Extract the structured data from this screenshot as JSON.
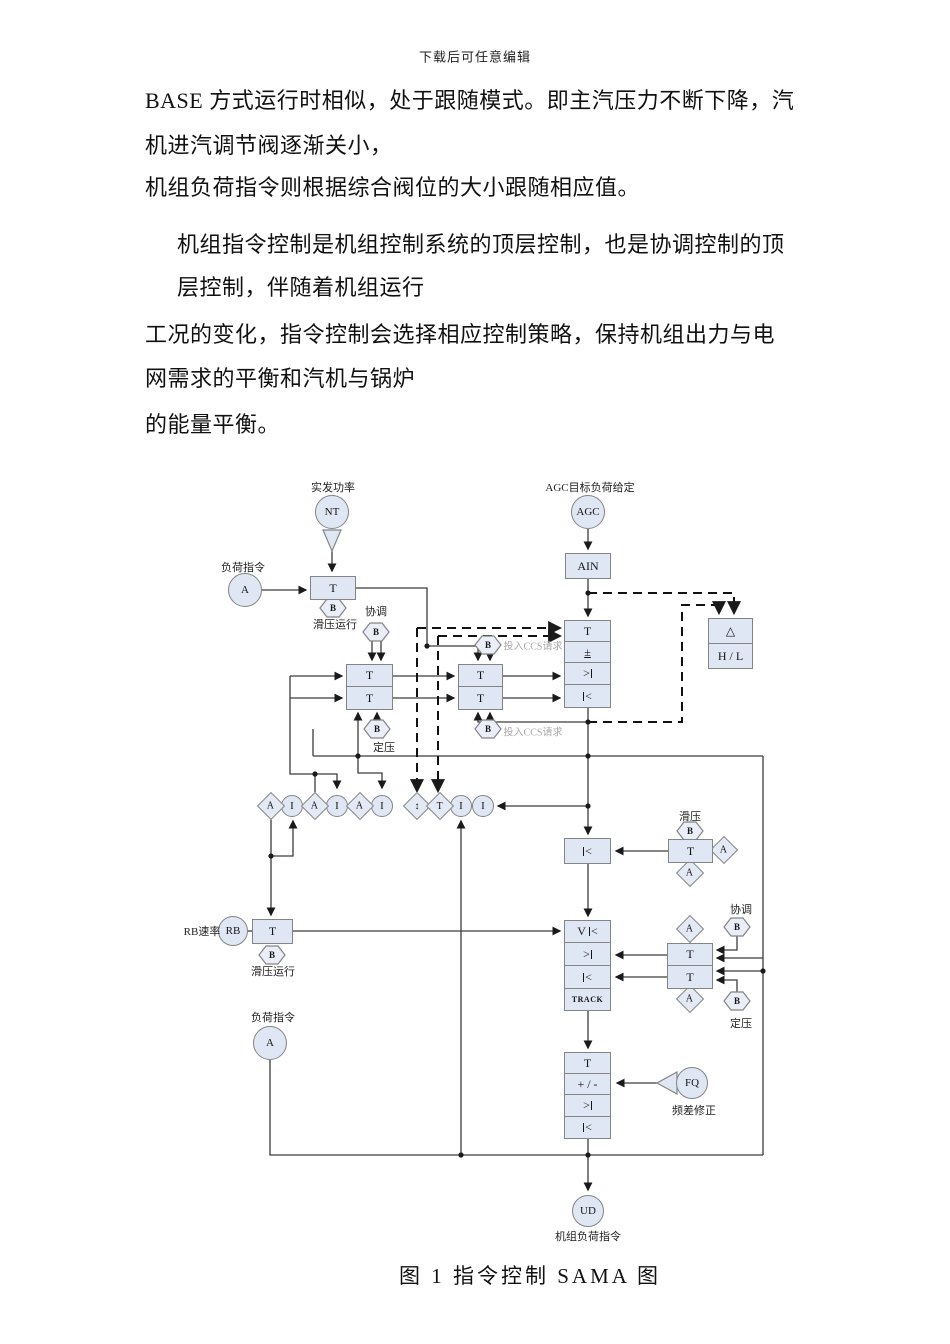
{
  "watermark": "下载后可任意编辑",
  "body_lines": [
    "BASE 方式运行时相似，处于跟随模式。即主汽压力不断下降，汽",
    "机进汽调节阀逐渐关小，",
    "机组负荷指令则根据综合阀位的大小跟随相应值。",
    "机组指令控制是机组控制系统的顶层控制，也是协调控制的顶",
    "层控制，伴随着机组运行",
    "工况的变化，指令控制会选择相应控制策略，保持机组出力与电",
    "网需求的平衡和汽机与锅炉",
    "的能量平衡。"
  ],
  "caption": "图 1 指令控制 SAMA 图",
  "diagram": {
    "nodes": {
      "nt": "NT",
      "agc": "AGC",
      "ain": "AIN",
      "a": "A",
      "b": "B",
      "t": "T",
      "i": "I",
      "rb": "RB",
      "ud": "UD",
      "fq": "FQ",
      "plus_minus": "±",
      "delta": "△",
      "high_low": "H / L",
      "plus_minus_freq": "+ / -",
      "track": "TRACK",
      "or": "V",
      "gt": ">",
      "lt": "<",
      "updown": "↕"
    },
    "labels": {
      "actual_power": "实发功率",
      "agc_target": "AGC目标负荷给定",
      "load_cmd": "负荷指令",
      "sliding_run": "滑压运行",
      "coordinated": "协调",
      "fixed_pressure": "定压",
      "ccs_request": "投入CCS请求",
      "sliding": "滑压",
      "rb_rate": "RB速率",
      "freq_correction": "频差修正",
      "unit_load_cmd": "机组负荷指令"
    },
    "colors": {
      "node_fill": "#dfe7f4",
      "node_border": "#848484",
      "line": "#3c3c3c",
      "gray_text": "#a9a9a9"
    }
  }
}
